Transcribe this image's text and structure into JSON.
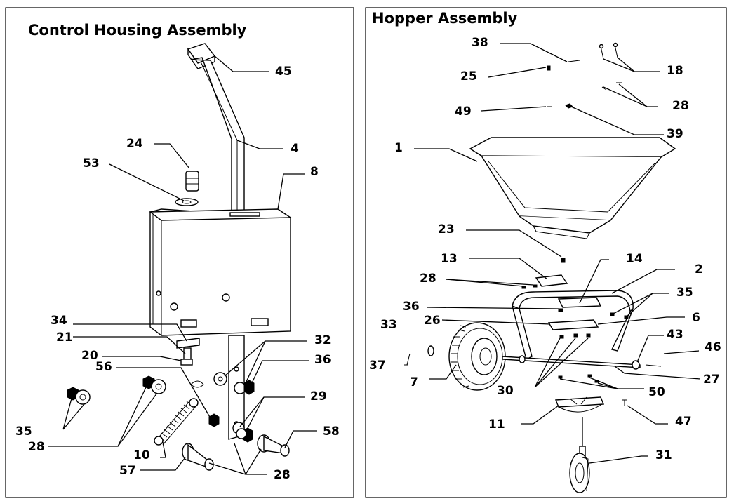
{
  "panels": {
    "left_title": "Control Housing Assembly",
    "right_title": "Hopper Assembly"
  },
  "left_labels": {
    "p45": "45",
    "p24": "24",
    "p53": "53",
    "p4": "4",
    "p8": "8",
    "p34": "34",
    "p21": "21",
    "p20": "20",
    "p56": "56",
    "p32": "32",
    "p36": "36",
    "p29": "29",
    "p58": "58",
    "p35": "35",
    "p28a": "28",
    "p10": "10",
    "p57": "57",
    "p28b": "28"
  },
  "right_labels": {
    "p38": "38",
    "p25": "25",
    "p18": "18",
    "p28a": "28",
    "p49": "49",
    "p39": "39",
    "p1": "1",
    "p23": "23",
    "p13": "13",
    "p14": "14",
    "p2": "2",
    "p28b": "28",
    "p35": "35",
    "p36": "36",
    "p6": "6",
    "p33": "33",
    "p26": "26",
    "p43": "43",
    "p46": "46",
    "p37": "37",
    "p27": "27",
    "p7": "7",
    "p30": "30",
    "p50": "50",
    "p11": "11",
    "p47": "47",
    "p31": "31"
  }
}
